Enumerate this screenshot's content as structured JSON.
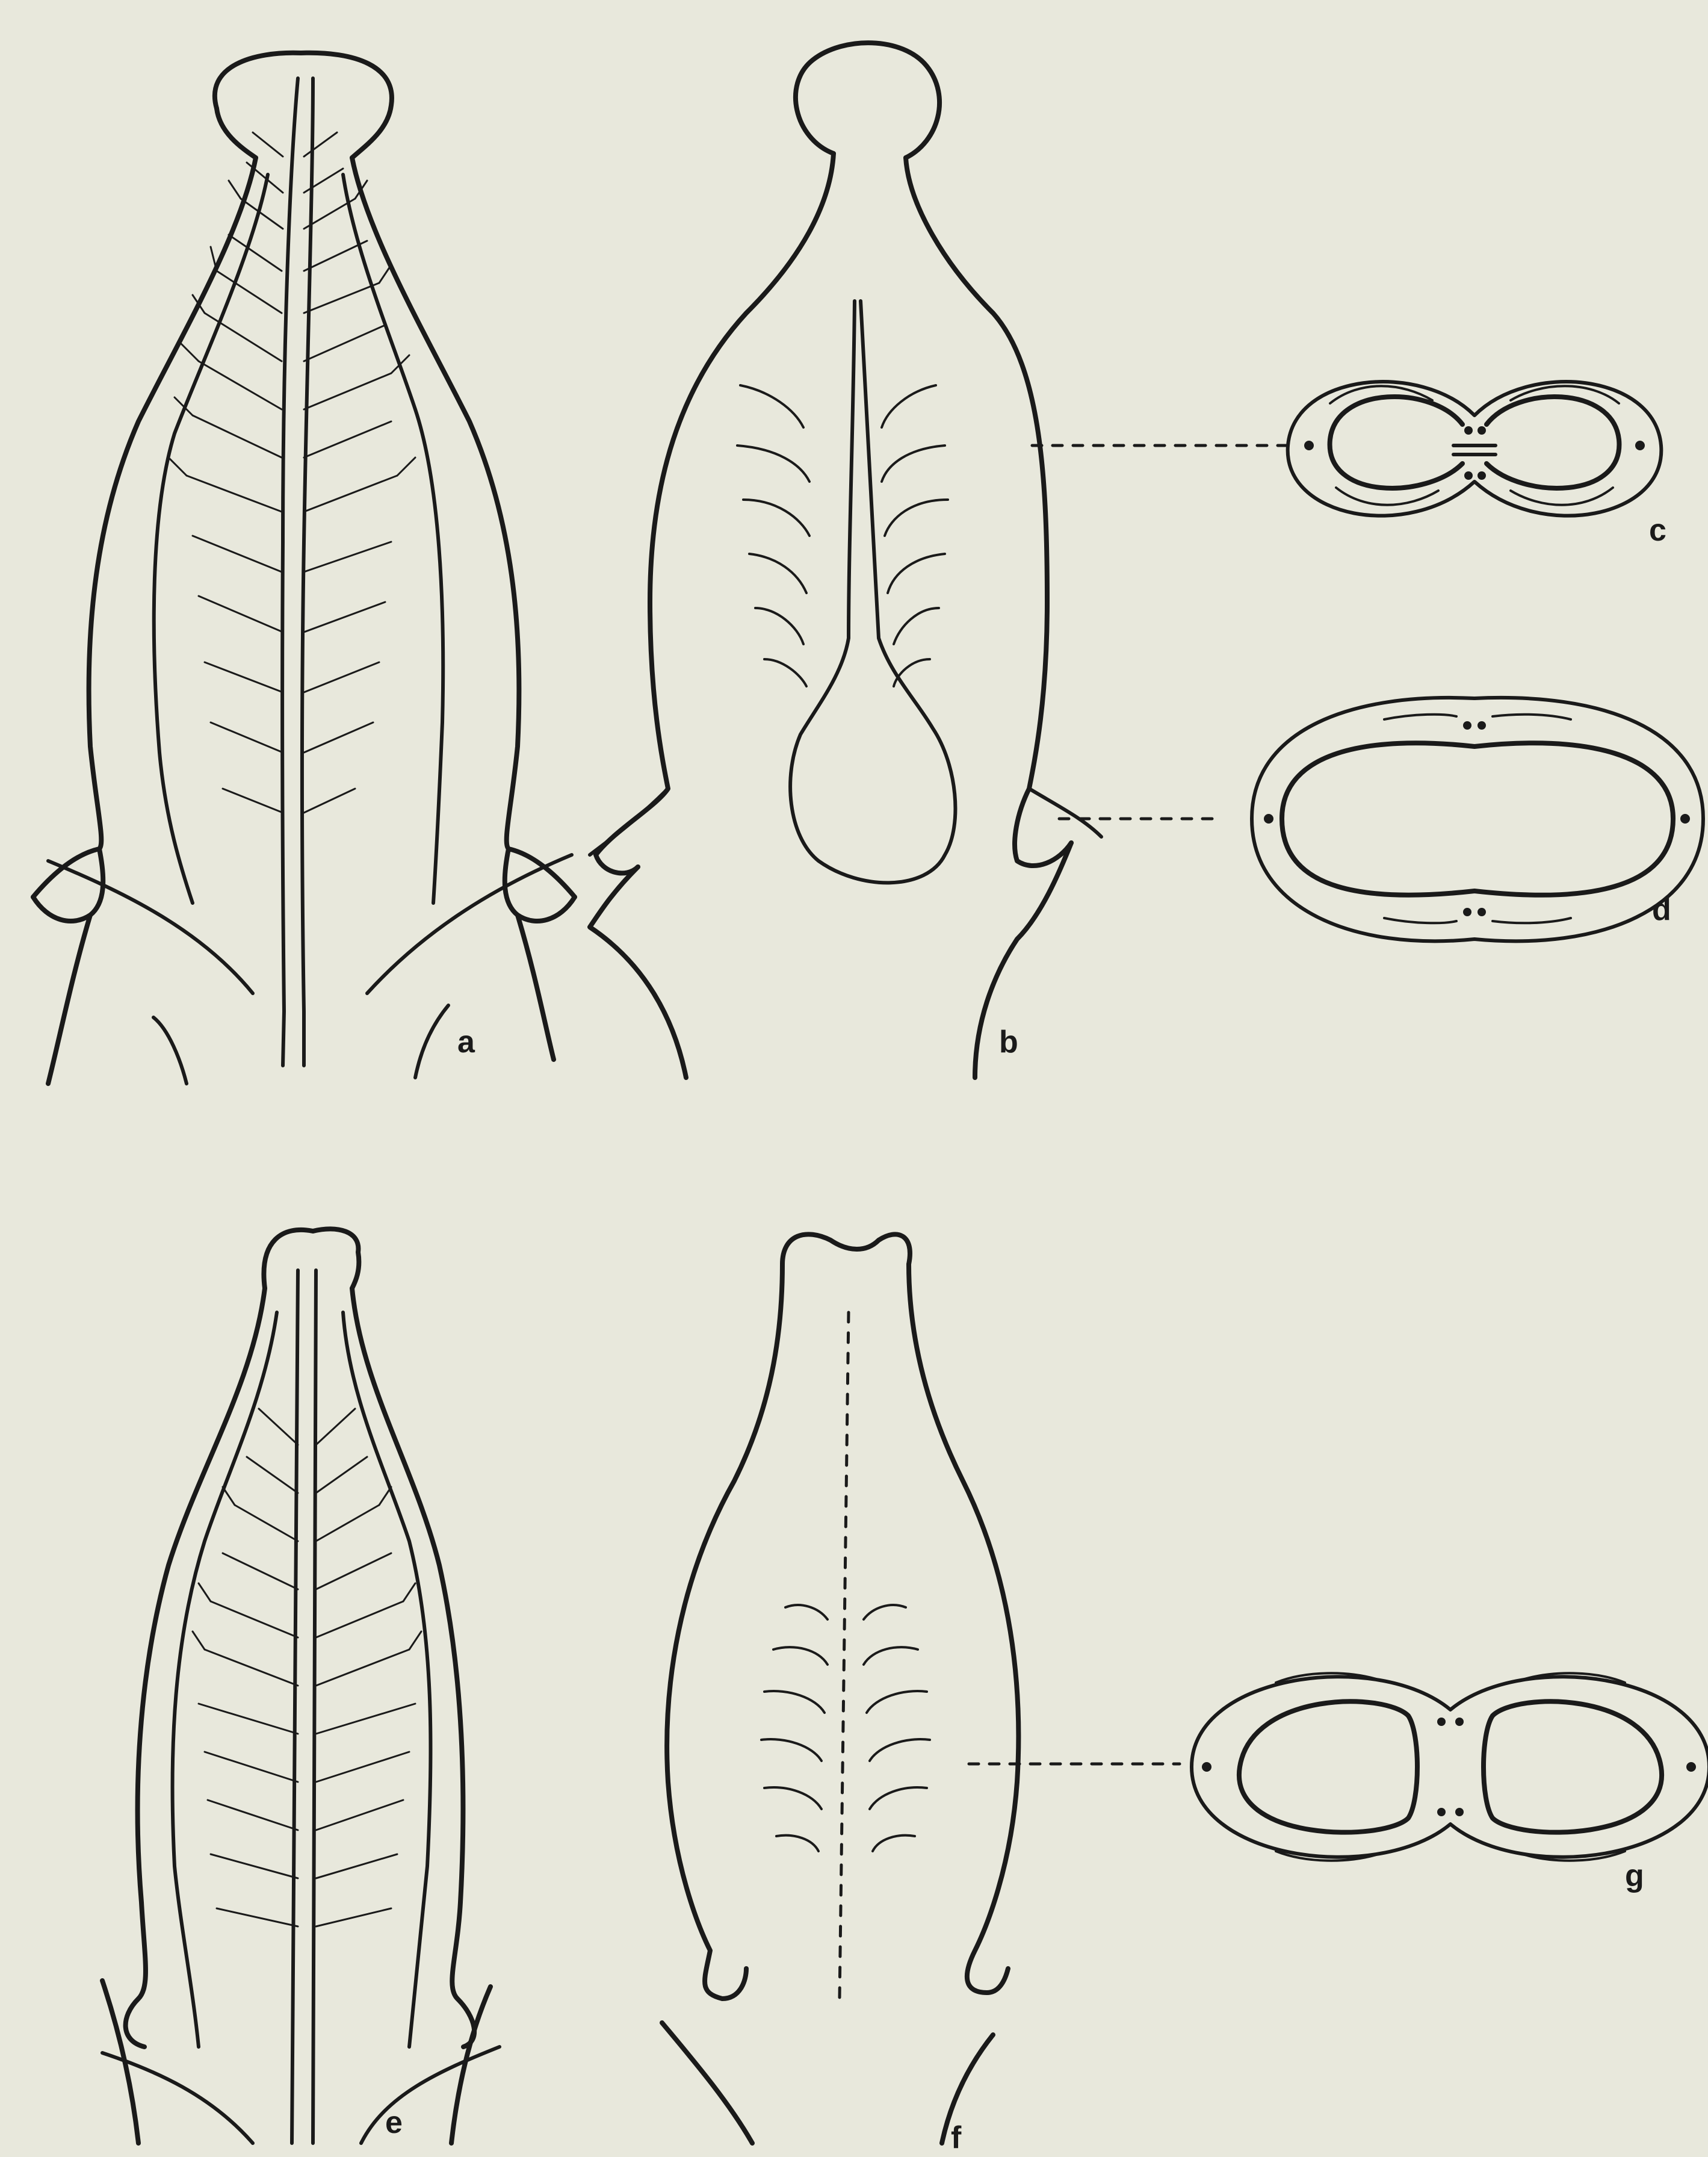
{
  "labels": {
    "a": "a",
    "b": "b",
    "c": "c",
    "d": "d",
    "e": "e",
    "f": "f",
    "g": "g"
  },
  "colors": {
    "background": "#e8e8dc",
    "ink": "#1a1a1a"
  }
}
